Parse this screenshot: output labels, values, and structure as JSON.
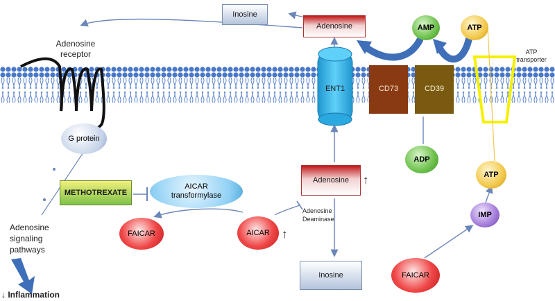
{
  "nodes": {
    "inosine_top": "Inosine",
    "adenosine_top": "Adenosine",
    "amp": "AMP",
    "atp_top": "ATP",
    "atp_transporter": "ATP transporter",
    "adenosine_receptor": "Adenosine receptor",
    "ent1": "ENT1",
    "cd73": "CD73",
    "cd39": "CD39",
    "g_protein": "G protein",
    "adp": "ADP",
    "atp_bottom": "ATP",
    "methotrexate": "METHOTREXATE",
    "aicar_transformylase": "AICAR transformylase",
    "adenosine_mid": "Adenosine",
    "adenosine_mid_arrow": "↑",
    "faicar_left": "FAICAR",
    "aicar": "AICAR",
    "aicar_arrow": "↑",
    "adenosine_deaminase": "Adenosine Deaminase",
    "imp": "IMP",
    "adenosine_signaling": "Adenosine signaling pathways",
    "inflammation": "↓ Inflammation",
    "inosine_bottom": "Inosine",
    "faicar_bottom": "FAICAR"
  },
  "colors": {
    "membrane_head": "#4a78c8",
    "ent1": "#3fb6e8",
    "cd73": "#8a3a12",
    "cd39": "#7a5a10",
    "amp": "#5fbf3a",
    "atp": "#f0c040",
    "red_oval": "#e83030",
    "imp": "#9a6ad0",
    "transporter": "#f5f000",
    "arrow": "#3f6fb8"
  }
}
